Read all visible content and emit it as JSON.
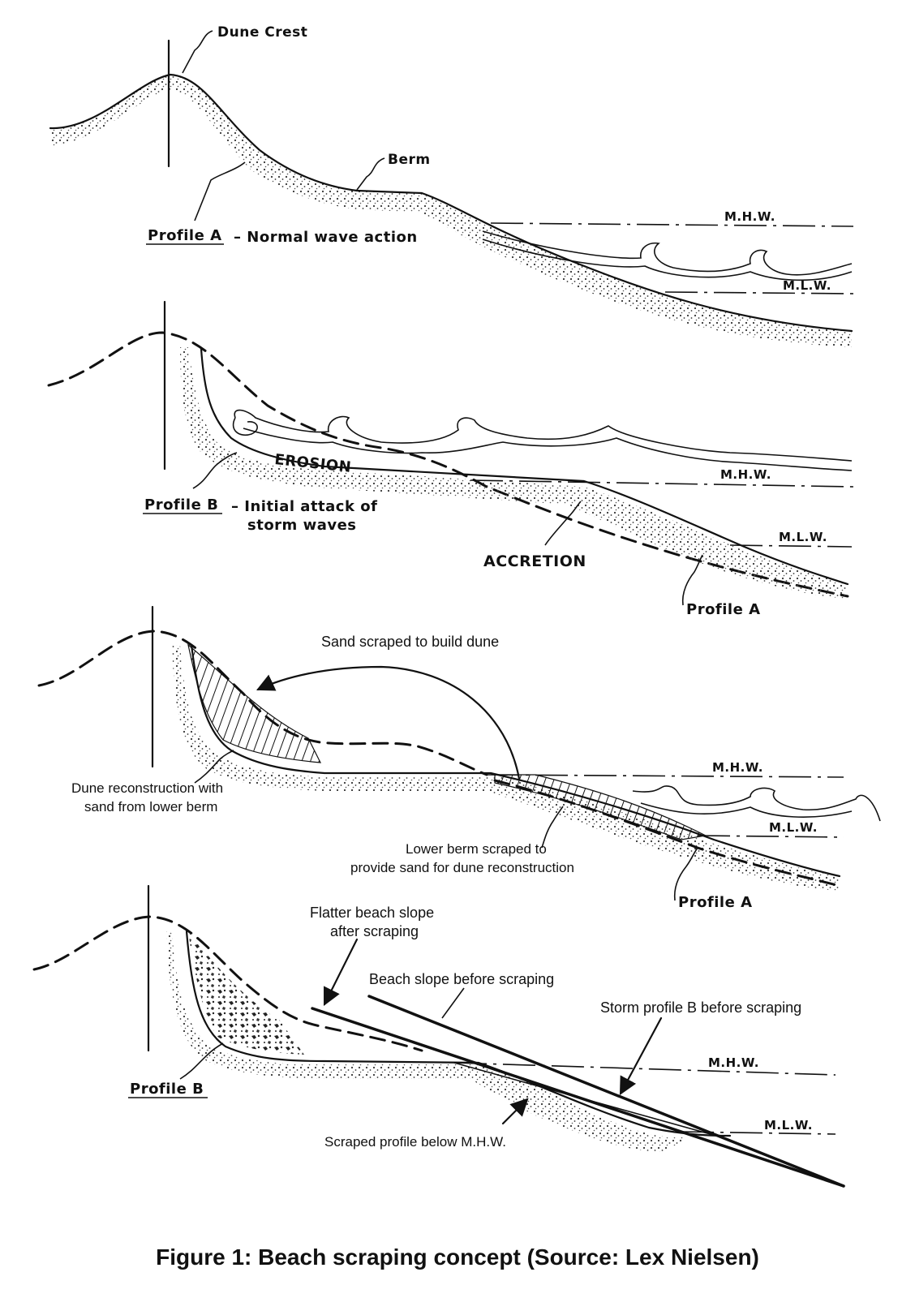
{
  "caption": "Figure 1: Beach scraping concept (Source: Lex Nielsen)",
  "panelA": {
    "dune_crest": "Dune Crest",
    "berm": "Berm",
    "profile_label": "Profile A",
    "profile_desc": "– Normal wave action",
    "mhw": "M.H.W.",
    "mlw": "M.L.W."
  },
  "panelB": {
    "profile_label": "Profile B",
    "profile_desc_1": "– Initial attack of",
    "profile_desc_2": "storm waves",
    "erosion": "EROSION",
    "accretion": "ACCRETION",
    "profile_a": "Profile A",
    "mhw": "M.H.W.",
    "mlw": "M.L.W."
  },
  "panelC": {
    "sand_scraped": "Sand scraped to build dune",
    "dune_recon_1": "Dune reconstruction with",
    "dune_recon_2": "sand from lower berm",
    "lower_berm_1": "Lower berm scraped to",
    "lower_berm_2": "provide sand for dune reconstruction",
    "profile_a": "Profile A",
    "mhw": "M.H.W.",
    "mlw": "M.L.W."
  },
  "panelD": {
    "flatter_1": "Flatter beach slope",
    "flatter_2": "after scraping",
    "before_slope": "Beach slope before scraping",
    "storm_profile": "Storm profile B before scraping",
    "scraped_profile": "Scraped profile below M.H.W.",
    "profile_label": "Profile B",
    "mhw": "M.H.W.",
    "mlw": "M.L.W."
  },
  "colors": {
    "ink": "#111111",
    "paper": "#ffffff"
  }
}
